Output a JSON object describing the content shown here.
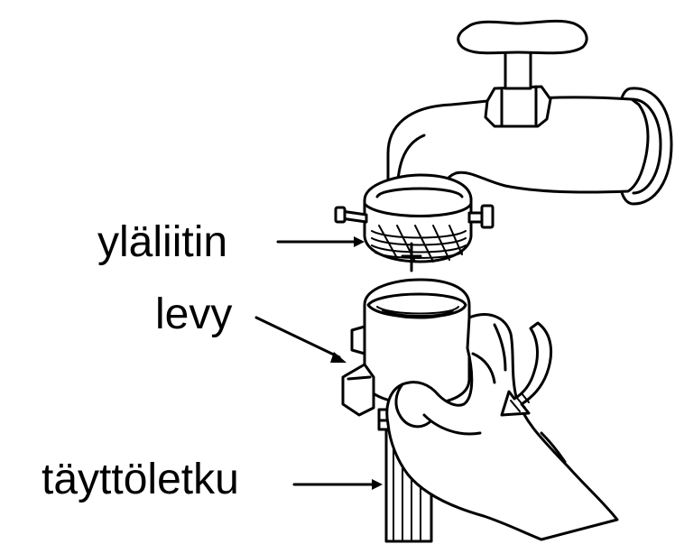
{
  "labels": {
    "upper_connector": "yläliitin",
    "plate": "levy",
    "fill_hose": "täyttöletku"
  },
  "colors": {
    "line": "#000000",
    "background": "#ffffff"
  }
}
